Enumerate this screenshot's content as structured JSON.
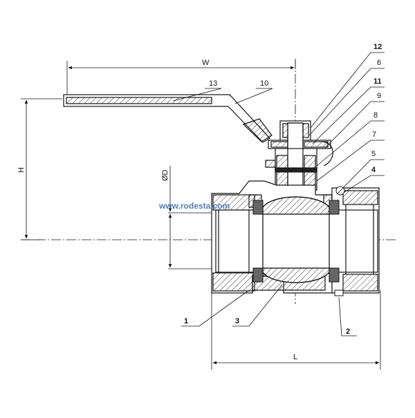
{
  "diagram": {
    "watermark": "www.rodesta.com",
    "dimensions": {
      "w": "W",
      "h": "H",
      "l": "L",
      "d": "ØD"
    },
    "parts": [
      {
        "id": "p12",
        "label": "12"
      },
      {
        "id": "p6",
        "label": "6"
      },
      {
        "id": "p11",
        "label": "11"
      },
      {
        "id": "p9",
        "label": "9"
      },
      {
        "id": "p8",
        "label": "8"
      },
      {
        "id": "p7",
        "label": "7"
      },
      {
        "id": "p5",
        "label": "5"
      },
      {
        "id": "p4",
        "label": "4"
      },
      {
        "id": "p13",
        "label": "13"
      },
      {
        "id": "p10",
        "label": "10"
      },
      {
        "id": "p1",
        "label": "1"
      },
      {
        "id": "p3",
        "label": "3"
      },
      {
        "id": "p2",
        "label": "2"
      }
    ]
  }
}
